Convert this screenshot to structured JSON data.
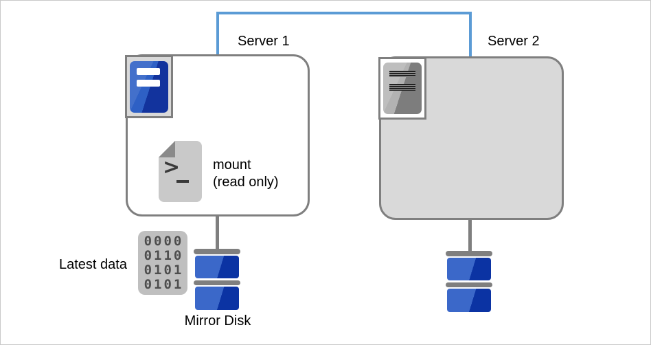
{
  "connector": {
    "type": "network-link",
    "color": "#5B9BD5"
  },
  "colors": {
    "box_border_gray": "#7f7f7f",
    "server2_fill_gray": "#d9d9d9",
    "disk_blue_light": "#3b68c9",
    "disk_blue_dark": "#0b33a3",
    "icon_blue_light": "#2e60c5",
    "icon_blue_dark": "#12339d",
    "icon_gray_light": "#b2b2b2",
    "icon_gray_dark": "#7d7d7d",
    "doc_gray": "#c9c9c9",
    "binary_bg_gray": "#bfbfbf"
  },
  "server1": {
    "label": "Server 1",
    "icon": "server-tower-blue-icon",
    "note": {
      "line1": "mount",
      "line2": "(read only)"
    },
    "disk": {
      "label": "Mirror Disk",
      "icon": "mirror-disk-icon"
    }
  },
  "server2": {
    "label": "Server 2",
    "icon": "server-tower-gray-icon",
    "disk": {
      "icon": "mirror-disk-icon"
    }
  },
  "latest_data": {
    "label": "Latest data",
    "icon": "binary-data-icon",
    "binary_rows": [
      "0000",
      "0110",
      "0101",
      "0101"
    ]
  }
}
